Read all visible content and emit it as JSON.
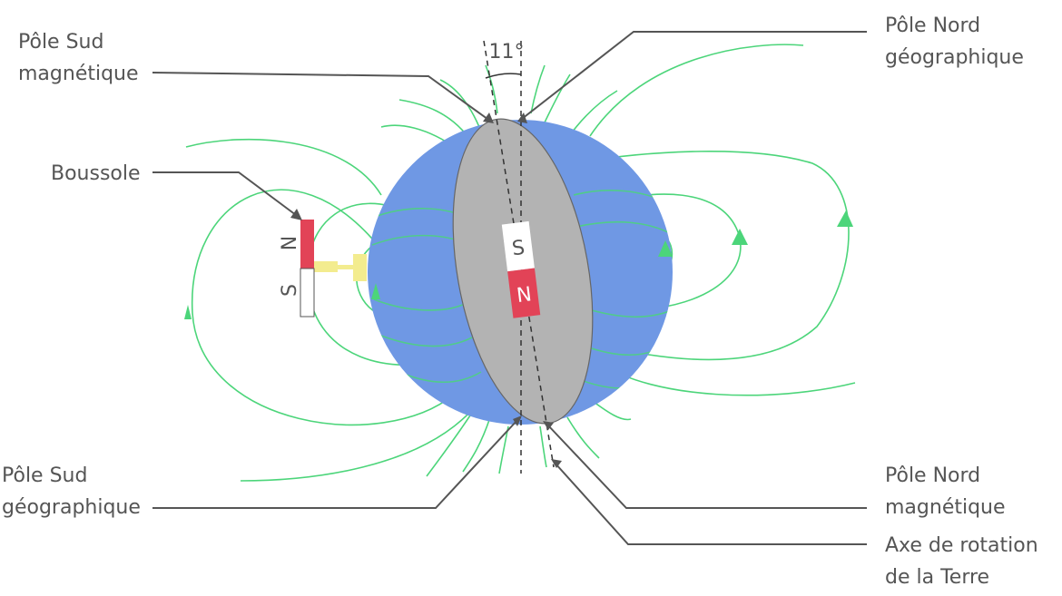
{
  "labels": {
    "south_magnetic_pole": [
      "Pôle Sud",
      "magnétique"
    ],
    "north_geographic_pole": [
      "Pôle Nord",
      "géographique"
    ],
    "compass": "Boussole",
    "south_geographic_pole": [
      "Pôle Sud",
      "géographique"
    ],
    "north_magnetic_pole": [
      "Pôle Nord",
      "magnétique"
    ],
    "rotation_axis": [
      "Axe de rotation",
      "de la Terre"
    ]
  },
  "angle": "11°",
  "magnet": {
    "top_letter": "S",
    "bottom_letter": "N"
  },
  "compass_needle": {
    "top_letter": "N",
    "bottom_letter": "S"
  },
  "colors": {
    "earth": "#6f98e4",
    "core": "#b3b3b3",
    "field_lines": "#4cd57a",
    "magnet_red": "#e24357",
    "compass_holder": "#f3ec8f",
    "text": "#555555"
  }
}
